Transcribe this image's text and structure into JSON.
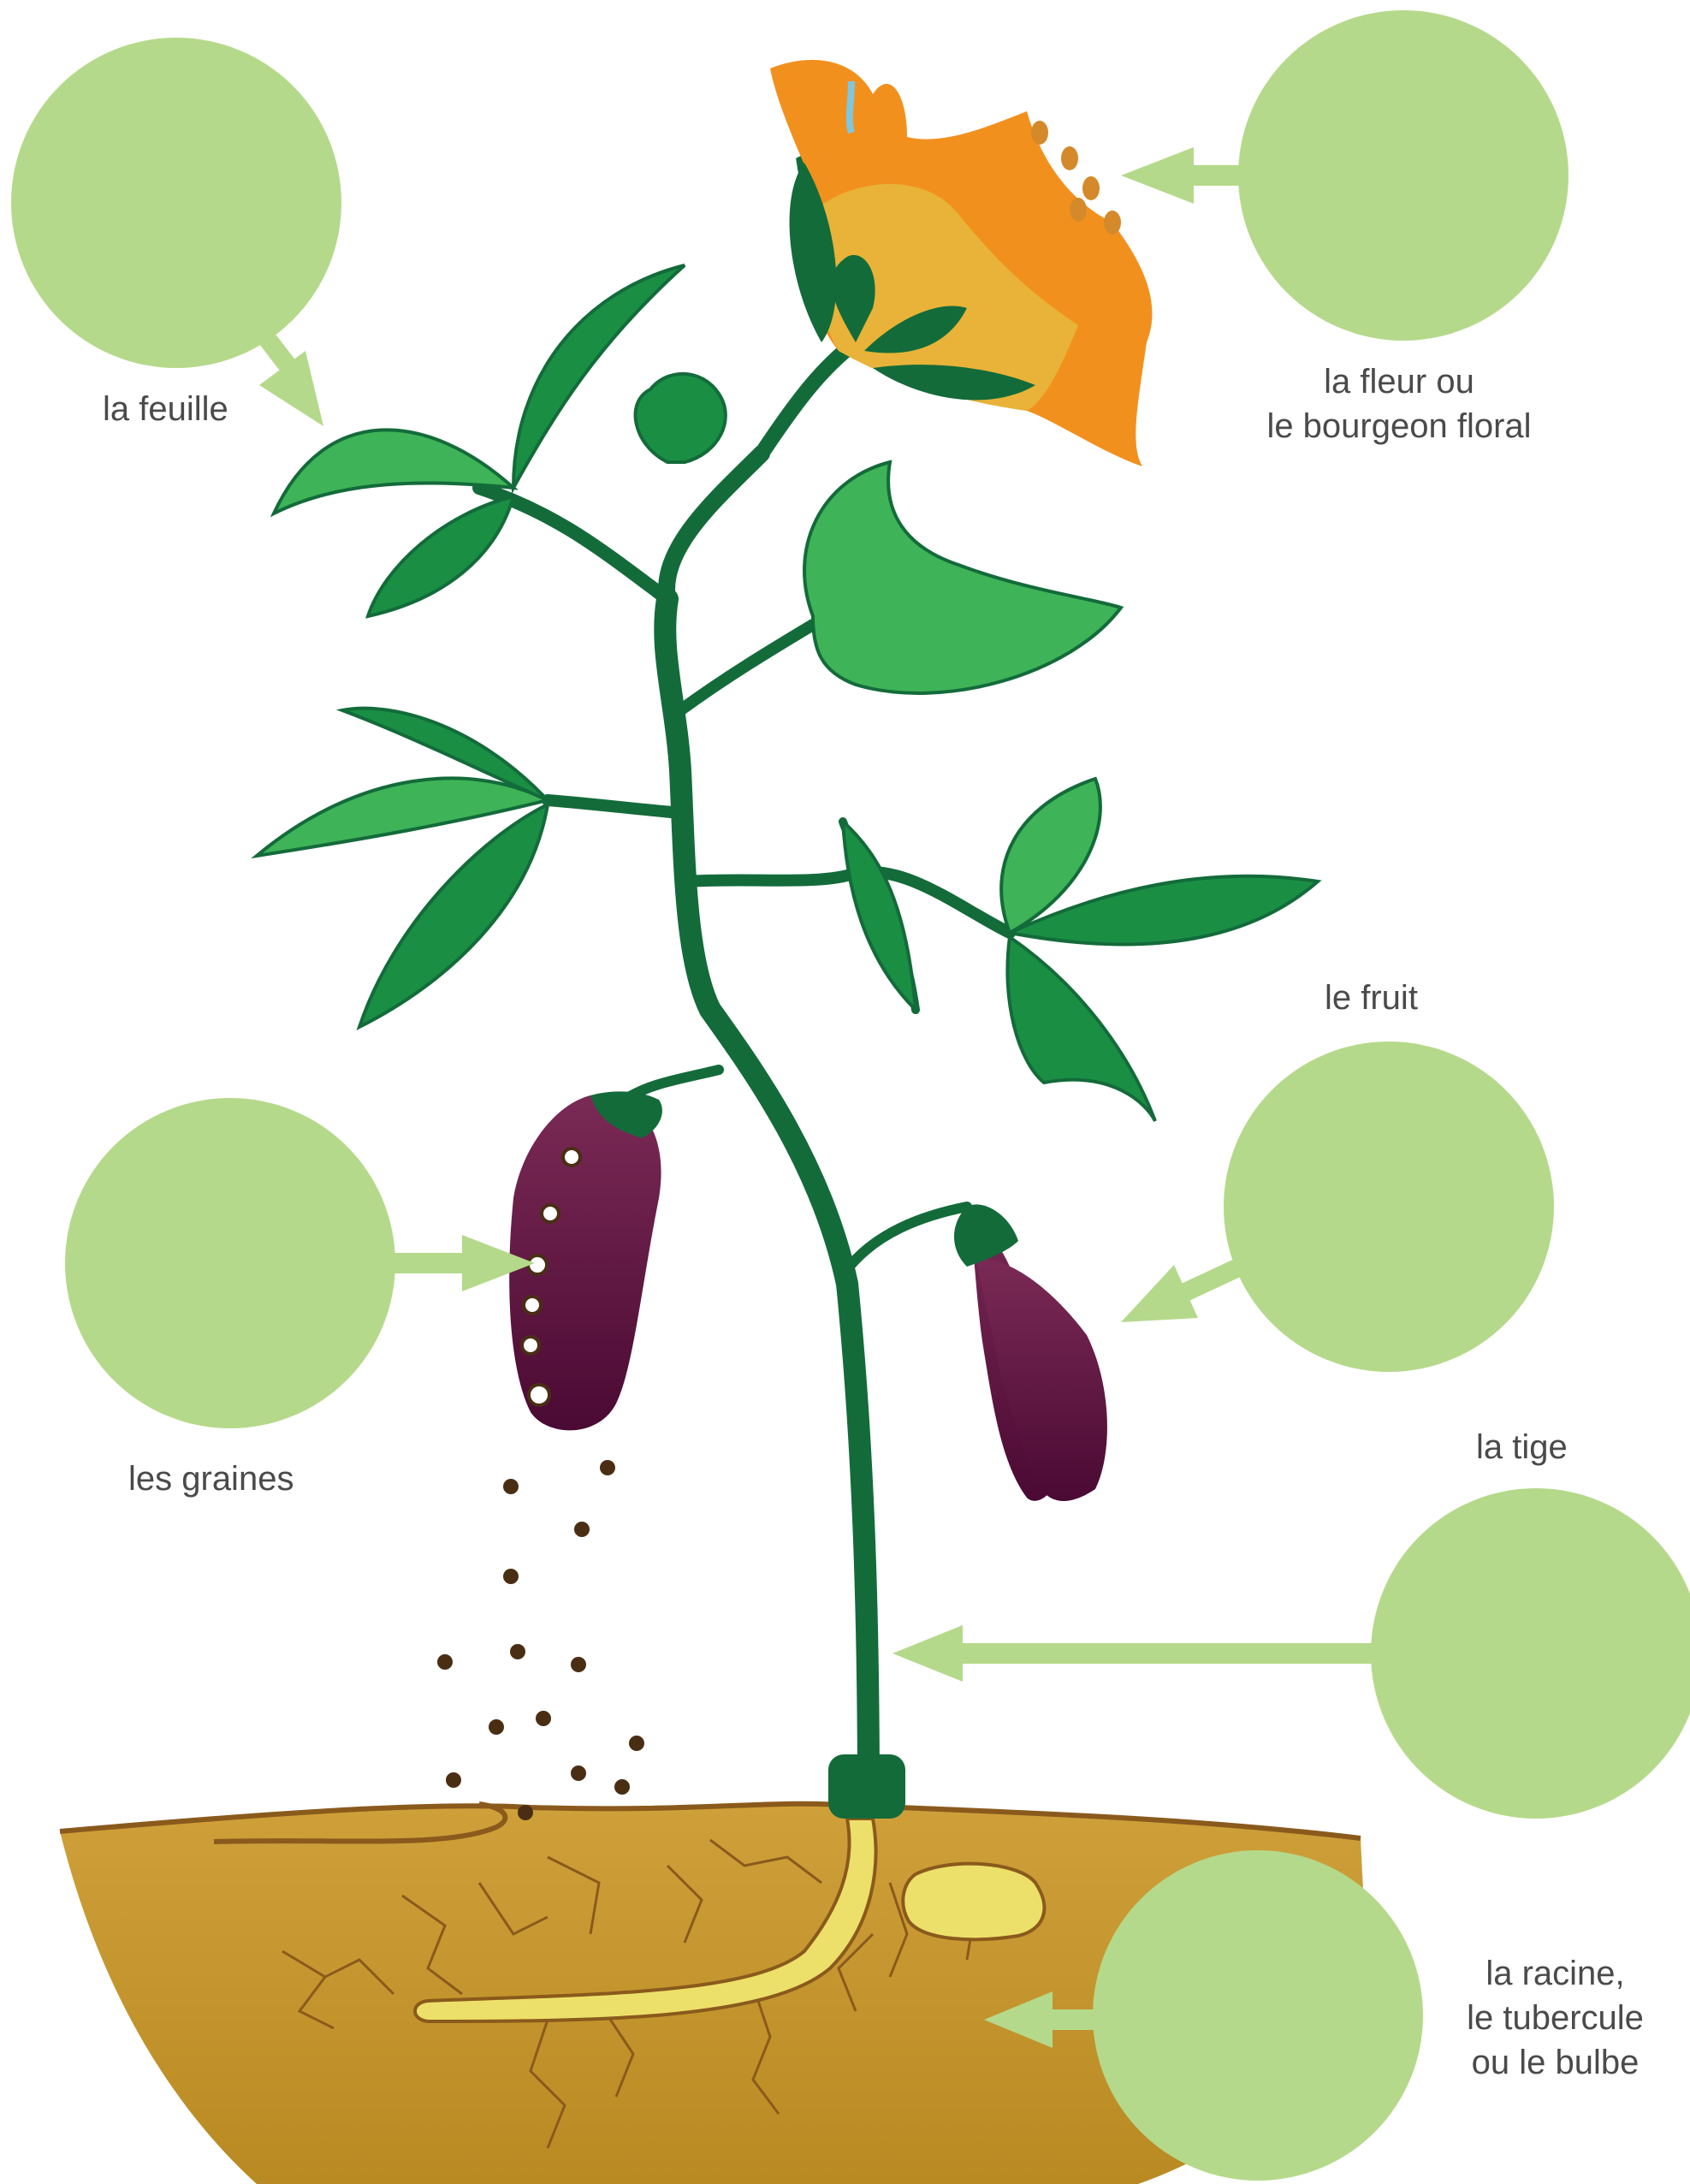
{
  "colors": {
    "circle": "#b5d98a",
    "arrow": "#b5d98a",
    "stem": "#136b3a",
    "leaf_light": "#3fb357",
    "leaf_dark": "#1a8f44",
    "flower_orange": "#f2901e",
    "flower_yellow": "#e8b338",
    "fruit_top": "#7a2a55",
    "fruit_bottom": "#4a0a33",
    "soil": "#c9992e",
    "soil_line": "#8a5a1c",
    "root": "#ede06a",
    "seed": "#4a2e14",
    "text": "#4a4a4a"
  },
  "labels": {
    "feuille": "la feuille",
    "fleur_line1": "la fleur ou",
    "fleur_line2": "le bourgeon floral",
    "fruit": "le fruit",
    "graines": "les graines",
    "tige": "la tige",
    "racine_line1": "la racine,",
    "racine_line2": "le tubercule",
    "racine_line3": "ou le bulbe"
  },
  "icons": [
    "flower-icon",
    "leaf-icon",
    "eggplant-fruit-icon",
    "seed-icon",
    "root-icon",
    "tuber-icon",
    "stem-icon"
  ]
}
